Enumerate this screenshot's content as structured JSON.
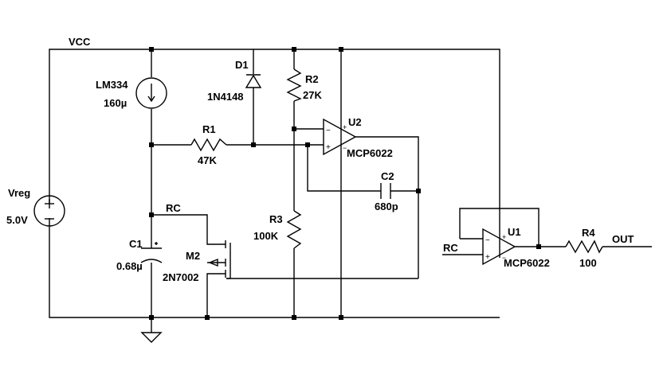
{
  "nets": {
    "vcc": "VCC",
    "rc_left": "RC",
    "rc_right": "RC",
    "out": "OUT"
  },
  "components": {
    "vreg": {
      "name": "Vreg",
      "value": "5.0V"
    },
    "lm334": {
      "name": "LM334",
      "value": "160µ"
    },
    "d1": {
      "name": "D1",
      "value": "1N4148"
    },
    "r1": {
      "name": "R1",
      "value": "47K"
    },
    "r2": {
      "name": "R2",
      "value": "27K"
    },
    "r3": {
      "name": "R3",
      "value": "100K"
    },
    "r4": {
      "name": "R4",
      "value": "100"
    },
    "c1": {
      "name": "C1",
      "value": "0.68µ"
    },
    "c2": {
      "name": "C2",
      "value": "680p"
    },
    "m2": {
      "name": "M2",
      "value": "2N7002"
    },
    "u2": {
      "name": "U2",
      "value": "MCP6022"
    },
    "u1": {
      "name": "U1",
      "value": "MCP6022"
    }
  },
  "colors": {
    "wire": "#000000",
    "background": "#ffffff"
  }
}
